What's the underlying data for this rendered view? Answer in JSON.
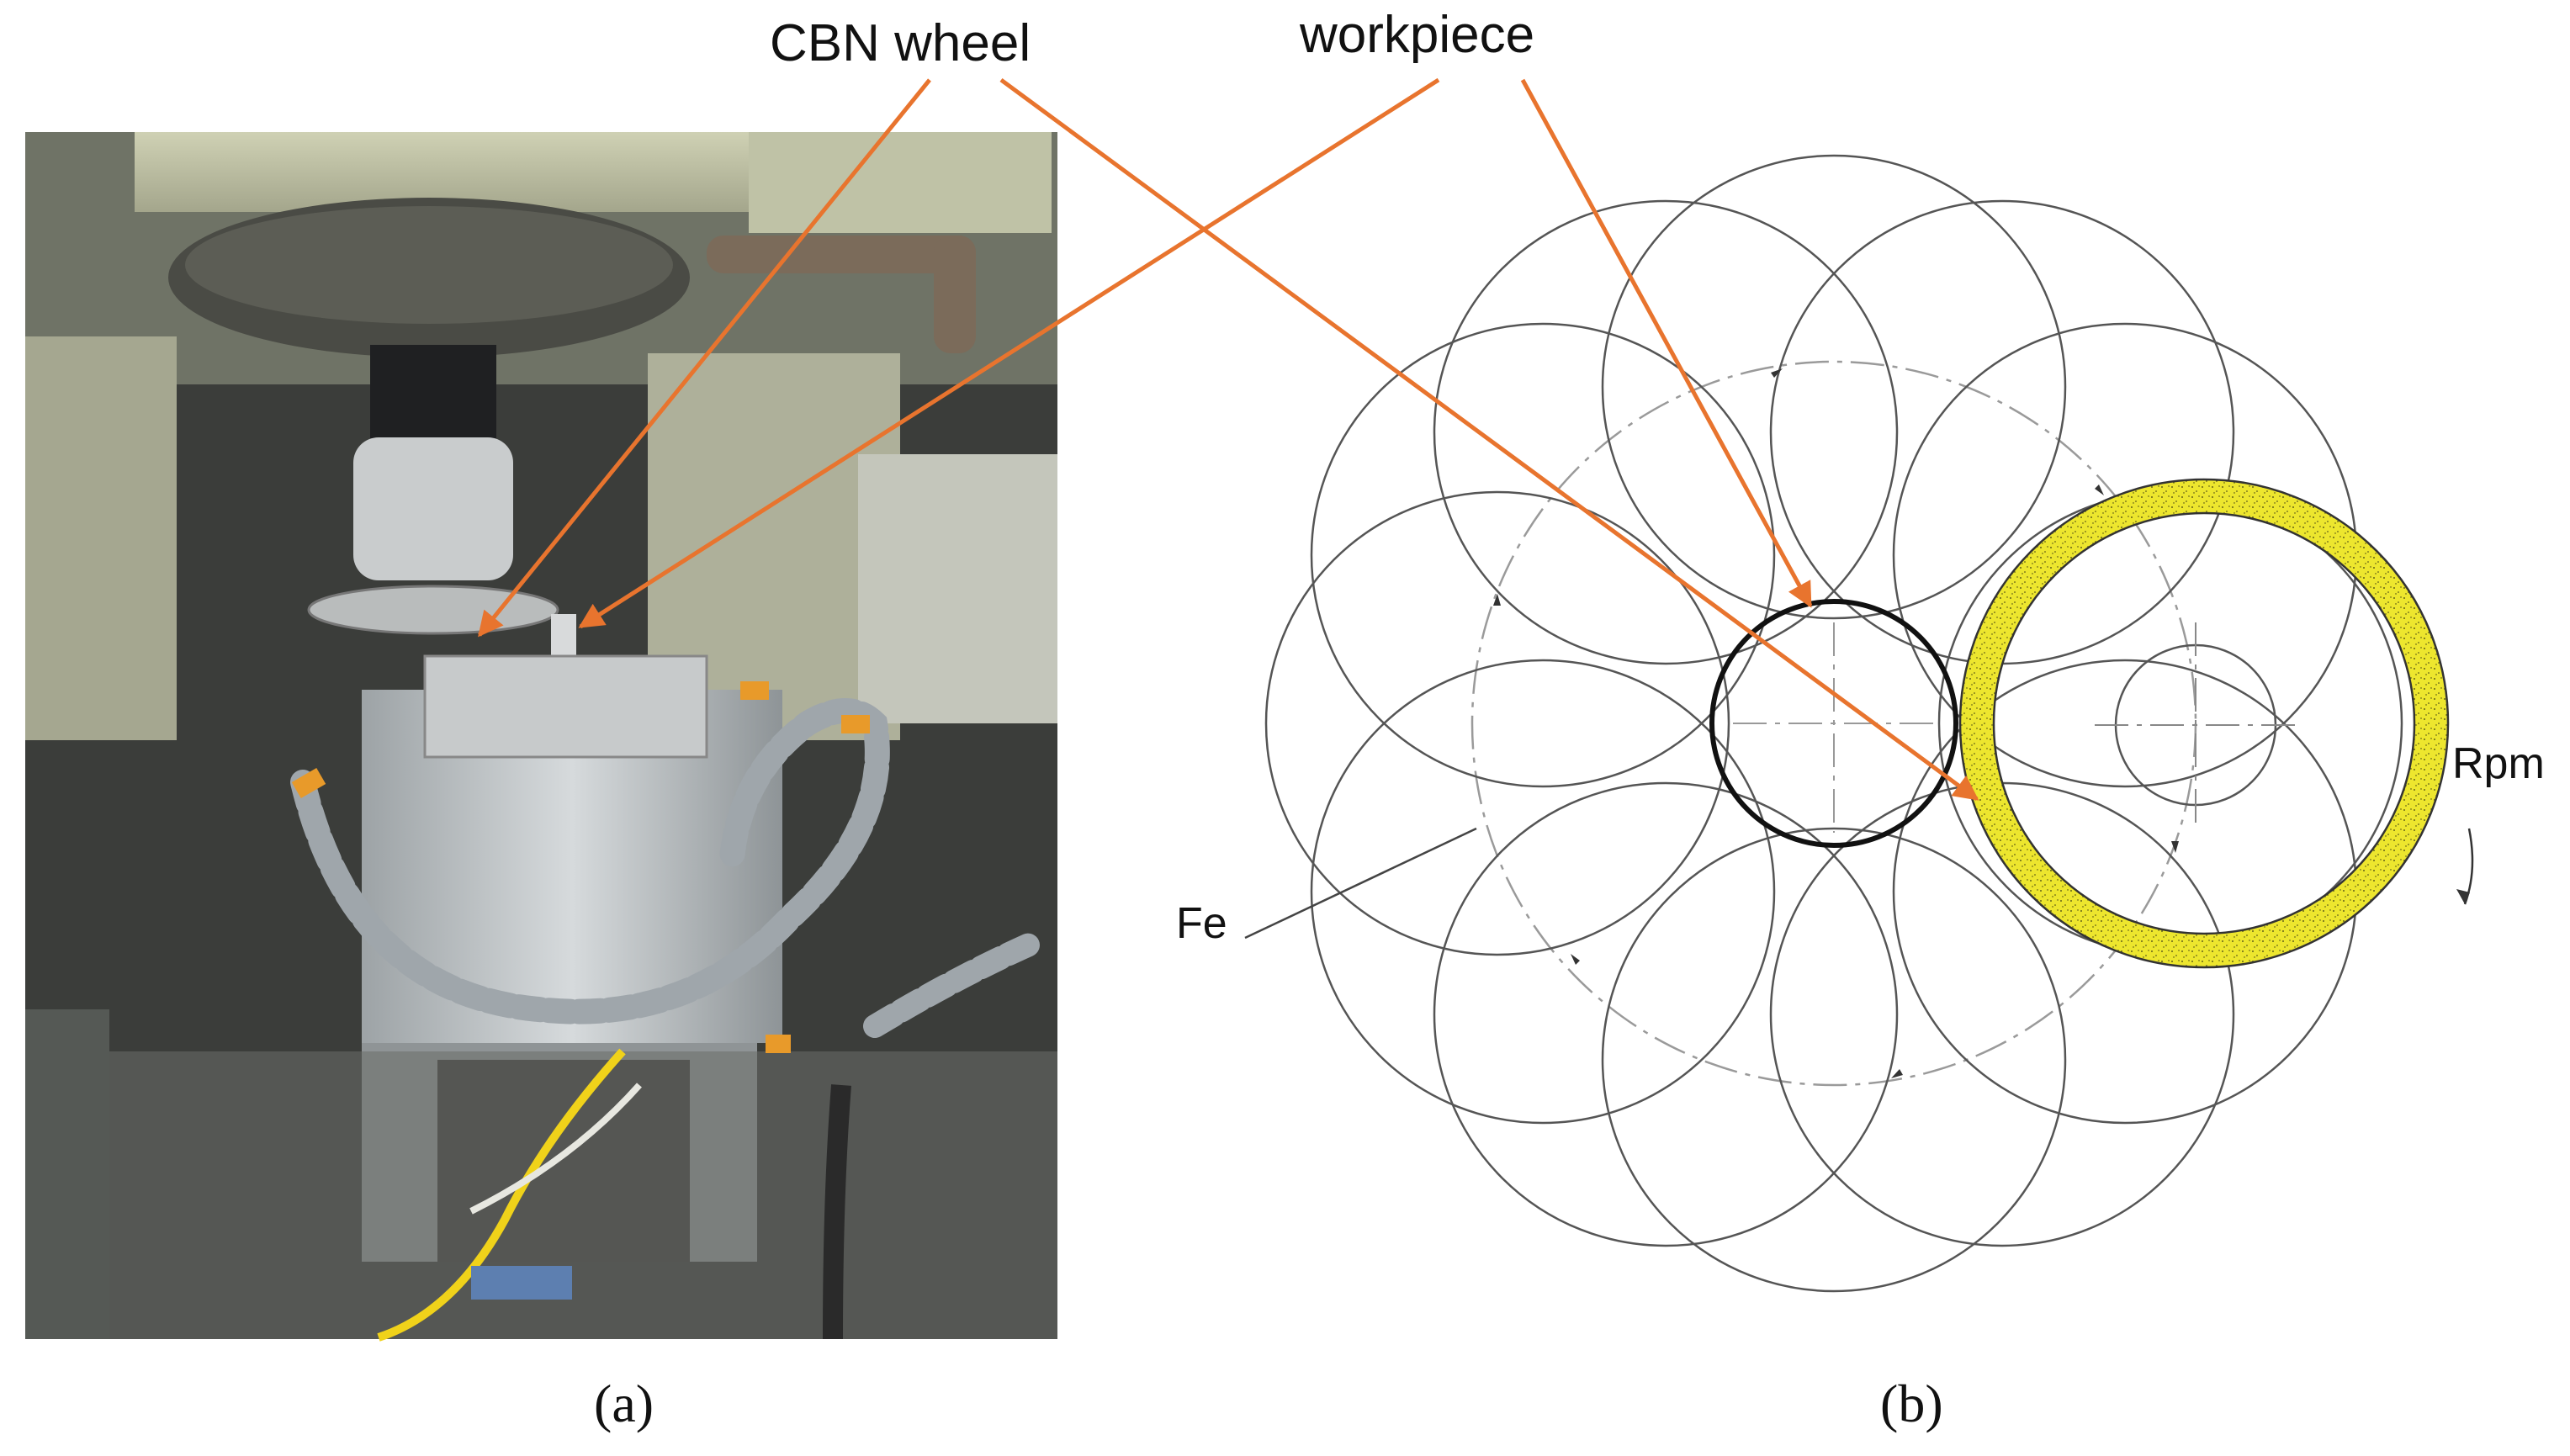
{
  "labels": {
    "cbn_wheel": "CBN wheel",
    "workpiece": "workpiece",
    "rpm": "Rpm",
    "fe": "Fe"
  },
  "captions": {
    "a": "(a)",
    "b": "(b)"
  },
  "photo": {
    "description_icon": "machine-photo"
  },
  "colors": {
    "arrow": "#E8742E",
    "wheel_ring": "#E7E02A",
    "orbit_circle": "#555555",
    "workpiece_circle": "#111111"
  }
}
